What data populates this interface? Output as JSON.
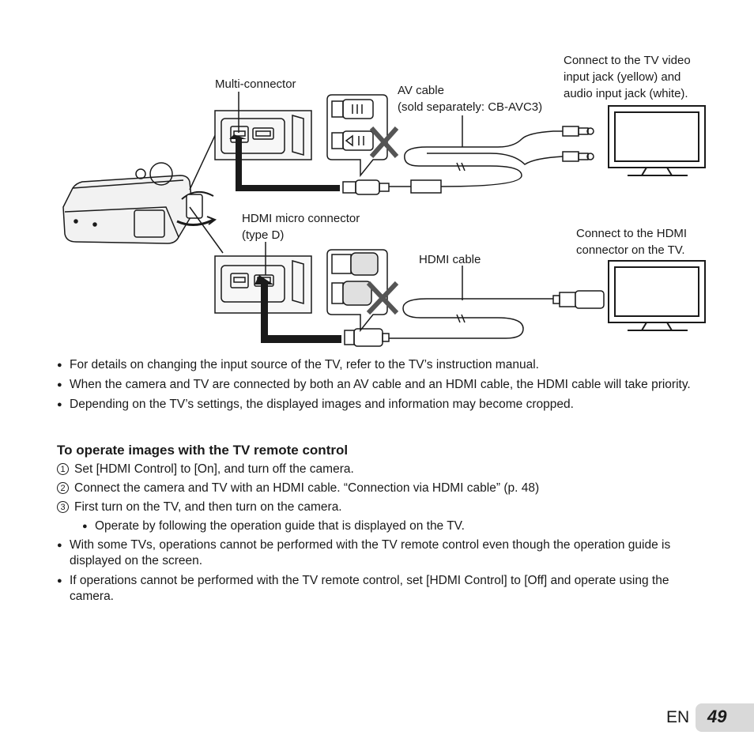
{
  "labels": {
    "multi_connector": "Multi-connector",
    "av_cable_1": "AV cable",
    "av_cable_2": "(sold separately: CB-AVC3)",
    "tv_video_1": "Connect to the TV video",
    "tv_video_2": "input jack (yellow) and",
    "tv_video_3": "audio input jack (white).",
    "hdmi_micro_1": "HDMI micro connector",
    "hdmi_micro_2": "(type D)",
    "hdmi_cable": "HDMI cable",
    "hdmi_tv_1": "Connect to the HDMI",
    "hdmi_tv_2": "connector on the TV."
  },
  "notes": [
    "For details on changing the input source of the TV, refer to the TV’s instruction manual.",
    "When the camera and TV are connected by both an AV cable and an HDMI cable, the HDMI cable will take priority.",
    "Depending on the TV’s settings, the displayed images and information may become cropped."
  ],
  "section_title": "To operate images with the TV remote control",
  "steps": [
    {
      "num": "1",
      "text": "Set [HDMI Control] to [On], and turn off the camera."
    },
    {
      "num": "2",
      "text": "Connect the camera and TV with an HDMI cable. “Connection via HDMI cable” (p. 48)"
    },
    {
      "num": "3",
      "text": "First turn on the TV, and then turn on the camera."
    }
  ],
  "sub_note": "Operate by following the operation guide that is displayed on the TV.",
  "extra_notes": [
    "With some TVs, operations cannot be performed with the TV remote control even though the operation guide is displayed on the screen.",
    "If operations cannot be performed with the TV remote control, set [HDMI Control] to [Off] and operate using the camera."
  ],
  "footer": {
    "lang": "EN",
    "page": "49"
  }
}
